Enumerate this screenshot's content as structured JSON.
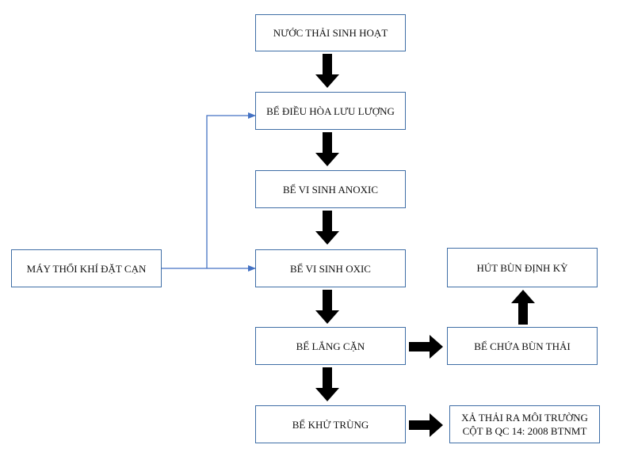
{
  "colors": {
    "box_border": "#3f6ea6",
    "connector_line": "#4472c4",
    "flow_arrow": "#000000",
    "text": "#111111",
    "background": "#ffffff"
  },
  "nodes": {
    "domestic_wastewater": {
      "label": "NƯỚC THẢI SINH HOẠT"
    },
    "equalization_tank": {
      "label": "BỂ ĐIỀU HÒA LƯU LƯỢNG"
    },
    "anoxic_tank": {
      "label": "BỂ VI SINH ANOXIC"
    },
    "oxic_tank": {
      "label": "BỂ VI SINH OXIC"
    },
    "settling_tank": {
      "label": "BỂ LẮNG CẶN"
    },
    "disinfection_tank": {
      "label": "BỂ KHỬ TRÙNG"
    },
    "air_blower": {
      "label": "MÁY THỔI KHÍ ĐẶT CẠN"
    },
    "sludge_pump": {
      "label": "HÚT BÙN ĐỊNH KỲ"
    },
    "sludge_tank": {
      "label": "BỂ CHỨA BÙN THẢI"
    },
    "discharge": {
      "label_line1": "XẢ THẢI RA MÔI TRƯỜNG",
      "label_line2": "CỘT B QC 14: 2008 BTNMT"
    }
  }
}
